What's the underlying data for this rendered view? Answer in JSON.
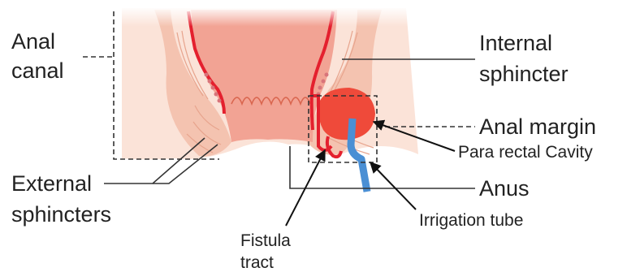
{
  "labels": {
    "anal_canal": [
      "Anal",
      "canal"
    ],
    "internal_sphincter": [
      "Internal",
      "sphincter"
    ],
    "anal_margin": "Anal margin",
    "para_rectal_cavity": "Para rectal Cavity",
    "anus": "Anus",
    "external_sphincters": [
      "External",
      "sphincters"
    ],
    "irrigation_tube": "Irrigation tube",
    "fistula_tract": [
      "Fistula",
      "tract"
    ]
  },
  "colors": {
    "tissue_light": "#fbe3d8",
    "tissue_mid": "#f4b9a4",
    "canal_pink": "#f2a394",
    "red": "#e4202e",
    "cavity_red": "#ef4a3a",
    "tube_blue": "#4a8fd4",
    "line": "#333333"
  }
}
